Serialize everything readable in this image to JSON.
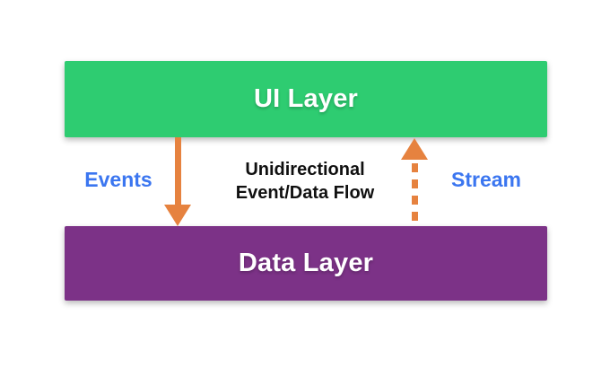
{
  "boxes": {
    "ui_layer": {
      "label": "UI Layer"
    },
    "data_layer": {
      "label": "Data Layer"
    }
  },
  "labels": {
    "events": "Events",
    "stream": "Stream",
    "caption": "Unidirectional\nEvent/Data Flow"
  },
  "arrows": {
    "events": {
      "direction": "down",
      "style": "solid"
    },
    "stream": {
      "direction": "up",
      "style": "dashed"
    }
  },
  "colors": {
    "green": "#2ecc71",
    "purple": "#7c3287",
    "orange": "#e6823f",
    "blue": "#3b76f0",
    "ink": "#101010",
    "bg": "#ffffff"
  }
}
